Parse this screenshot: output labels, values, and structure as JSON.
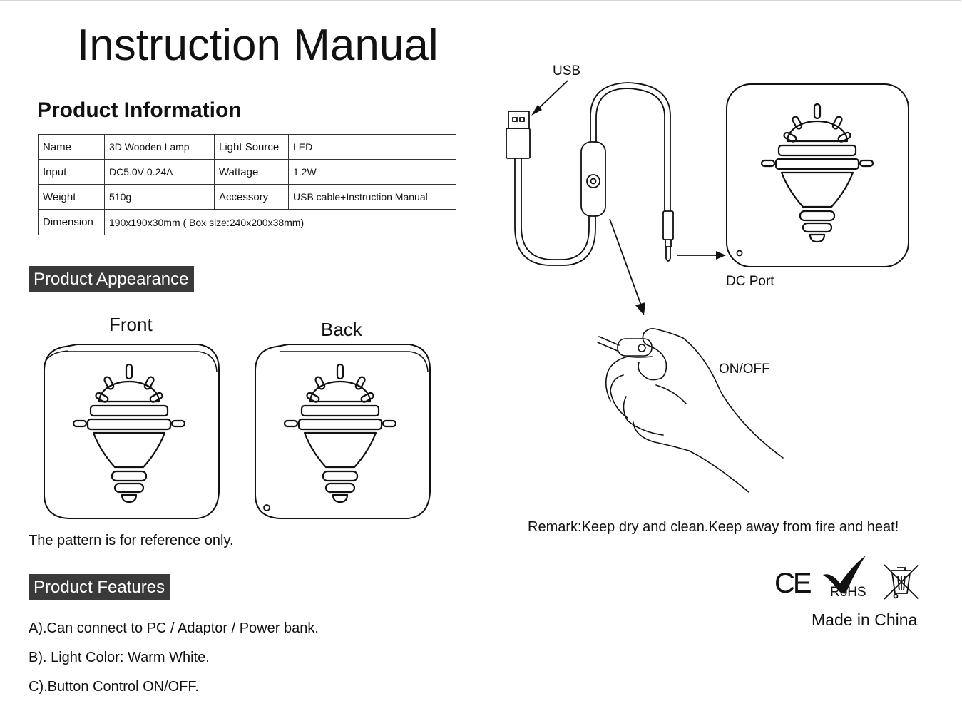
{
  "title": "Instruction Manual",
  "product_info": {
    "heading": "Product Information",
    "rows": [
      {
        "k1": "Name",
        "v1": "3D Wooden Lamp",
        "k2": "Light Source",
        "v2": "LED"
      },
      {
        "k1": "Input",
        "v1": "DC5.0V 0.24A",
        "k2": "Wattage",
        "v2": "1.2W"
      },
      {
        "k1": "Weight",
        "v1": "510g",
        "k2": "Accessory",
        "v2": "USB cable+Instruction Manual"
      },
      {
        "k1": "Dimension",
        "v1": "190x190x30mm ( Box size:240x200x38mm)"
      }
    ]
  },
  "appearance": {
    "heading": "Product Appearance",
    "front_label": "Front",
    "back_label": "Back",
    "note": "The pattern is for reference only."
  },
  "features": {
    "heading": "Product Features",
    "items": [
      "A).Can connect to PC / Adaptor / Power bank.",
      "B). Light Color: Warm White.",
      "C).Button Control ON/OFF."
    ]
  },
  "diagram": {
    "usb_label": "USB",
    "dc_port_label": "DC Port",
    "onoff_label": "ON/OFF"
  },
  "remark": "Remark:Keep dry and clean.Keep away from fire and heat!",
  "certifications": {
    "ce": "CE",
    "rohs": "RoHS"
  },
  "made_in": "Made in China"
}
